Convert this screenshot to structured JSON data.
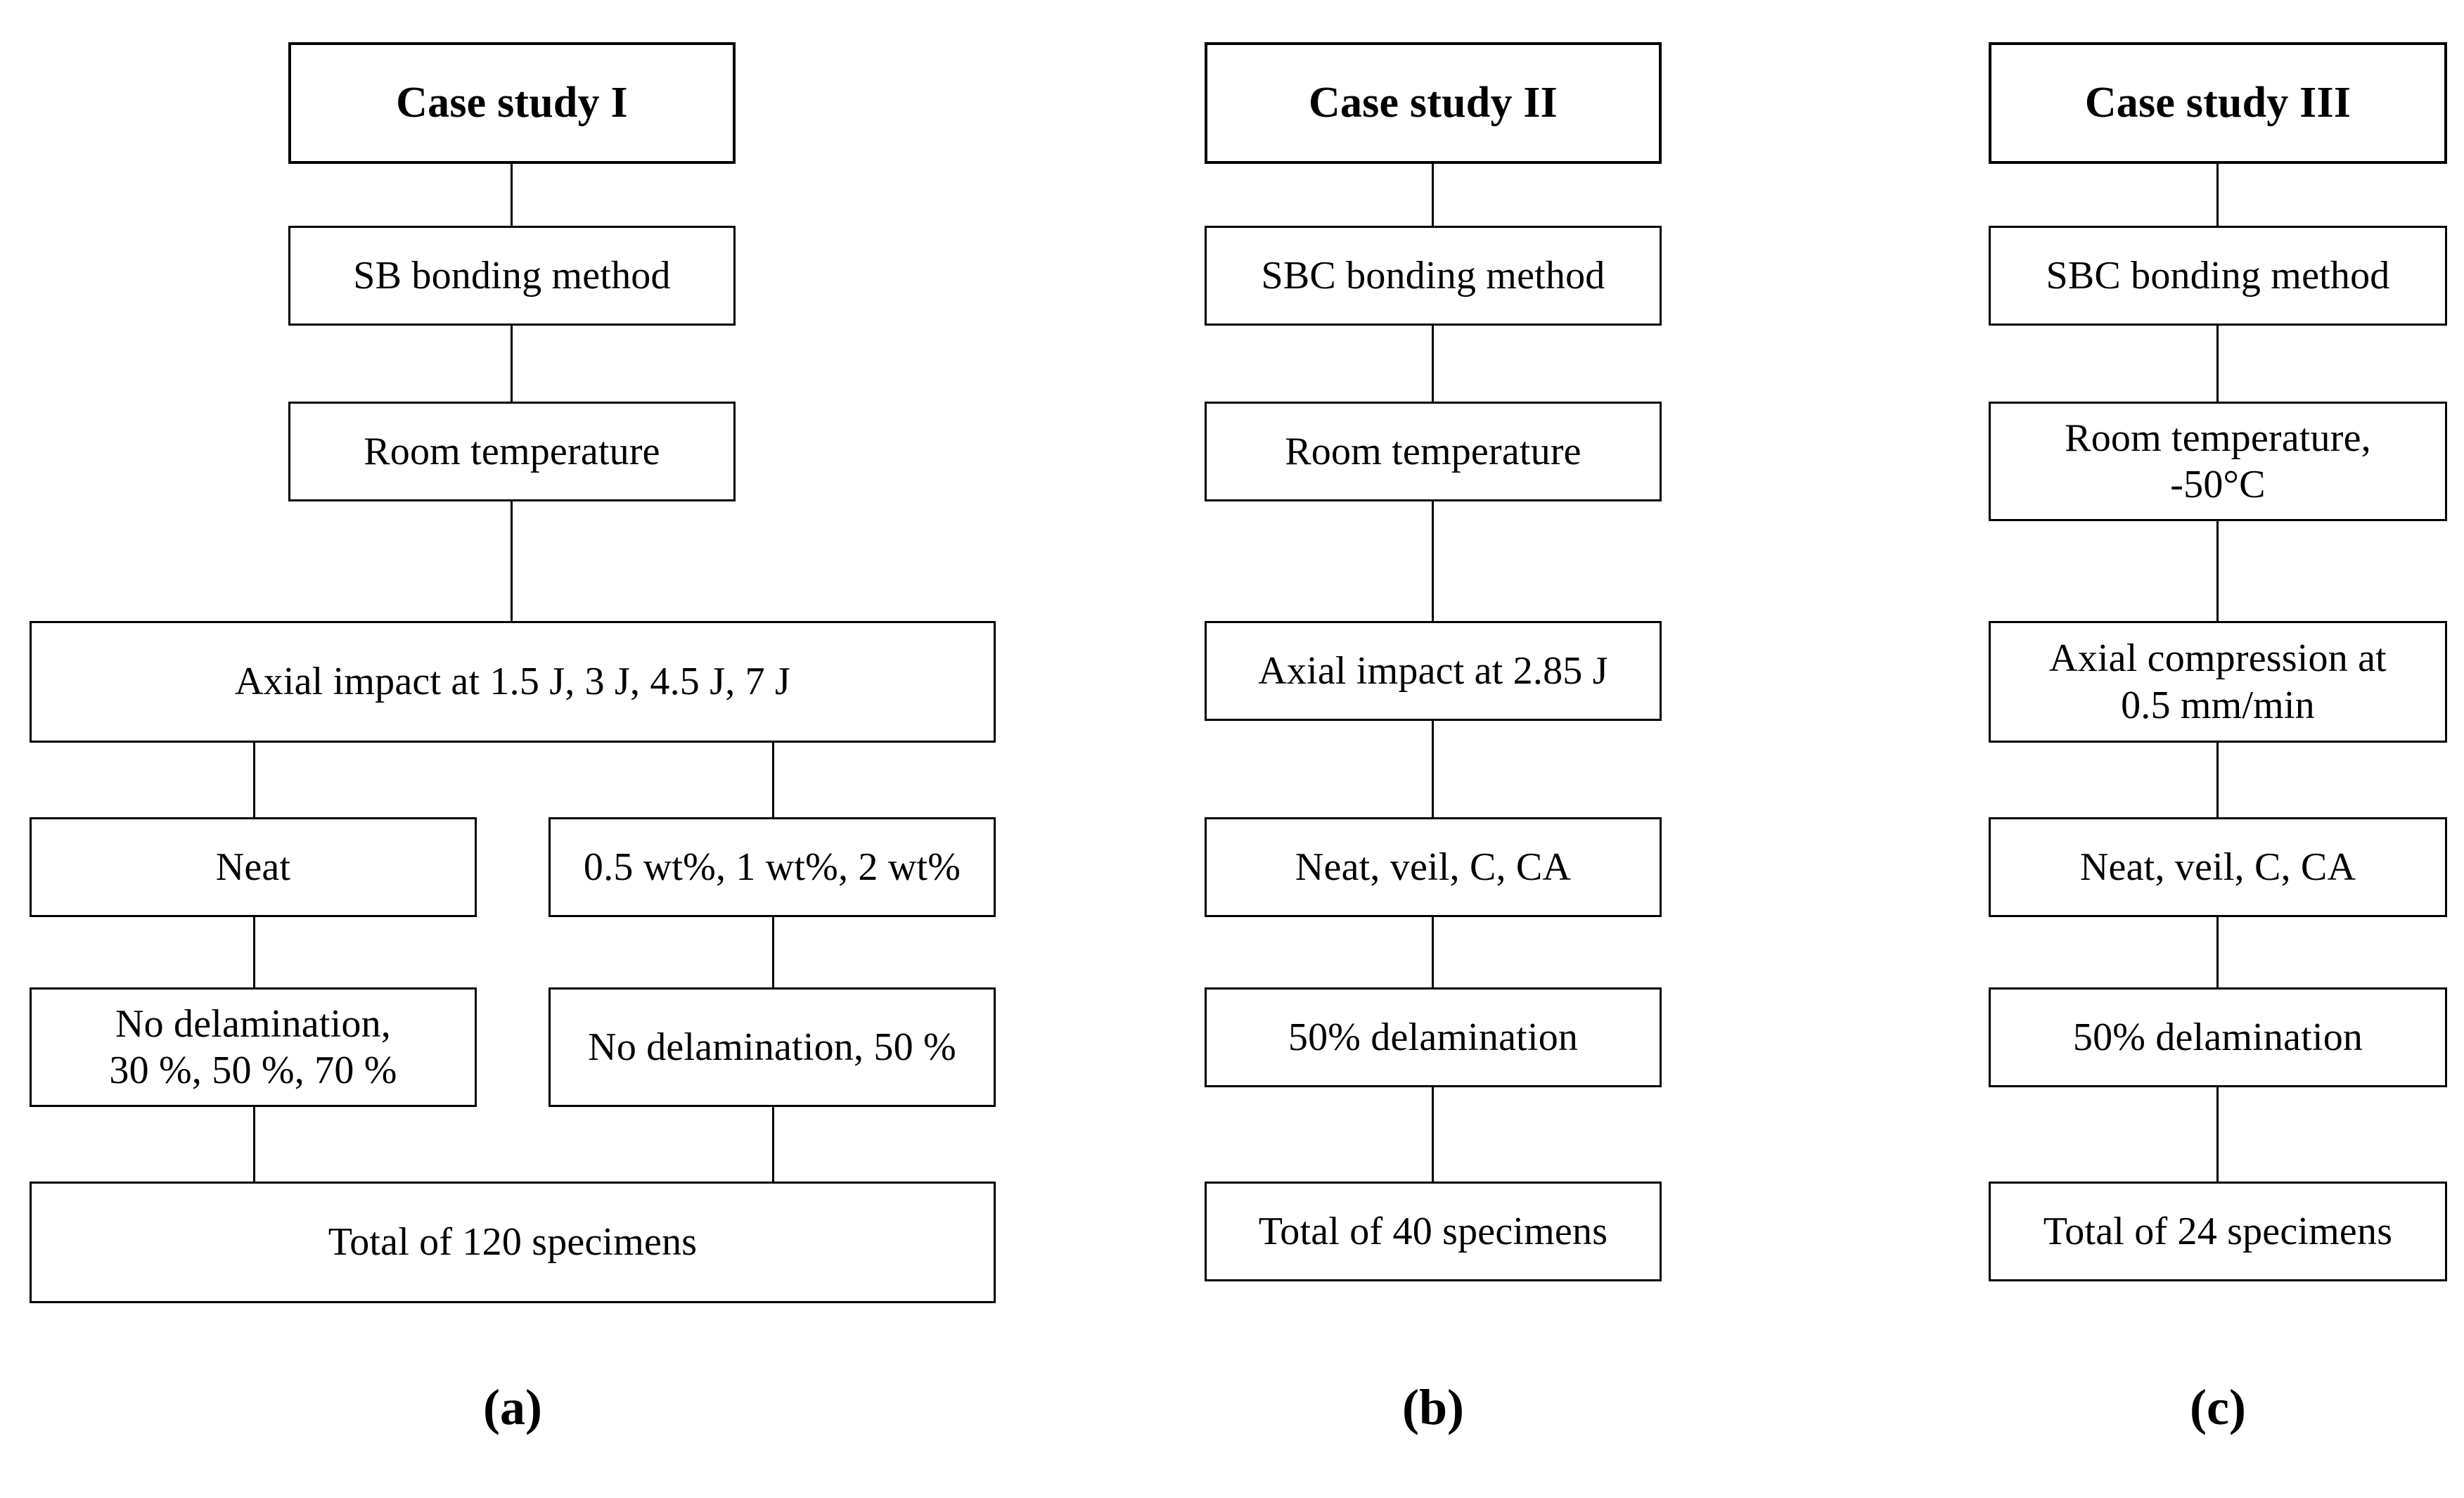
{
  "figure": {
    "kind": "flowchart",
    "background_color": "#ffffff",
    "line_color": "#000000",
    "panel_count": 3
  },
  "panels": [
    {
      "caption": "(a)",
      "title": "Case study I",
      "nodes": {
        "bonding": "SB bonding method",
        "temperature": "Room temperature",
        "loading": "Axial impact at 1.5 J, 3 J, 4.5 J, 7 J",
        "branch_left_material": "Neat",
        "branch_right_material": "0.5 wt%, 1 wt%, 2 wt%",
        "branch_left_damage": "No delamination,\n30 %, 50 %, 70 %",
        "branch_right_damage": "No delamination, 50 %",
        "total": "Total of 120 specimens"
      }
    },
    {
      "caption": "(b)",
      "title": "Case study II",
      "nodes": {
        "bonding": "SBC bonding method",
        "temperature": "Room temperature",
        "loading": "Axial impact at 2.85 J",
        "material": "Neat, veil, C, CA",
        "damage": "50% delamination",
        "total": "Total of 40 specimens"
      }
    },
    {
      "caption": "(c)",
      "title": "Case study III",
      "nodes": {
        "bonding": "SBC bonding method",
        "temperature": "Room temperature,\n-50°C",
        "loading": "Axial compression at\n0.5 mm/min",
        "material": "Neat, veil, C, CA",
        "damage": "50% delamination",
        "total": "Total of 24 specimens"
      }
    }
  ]
}
